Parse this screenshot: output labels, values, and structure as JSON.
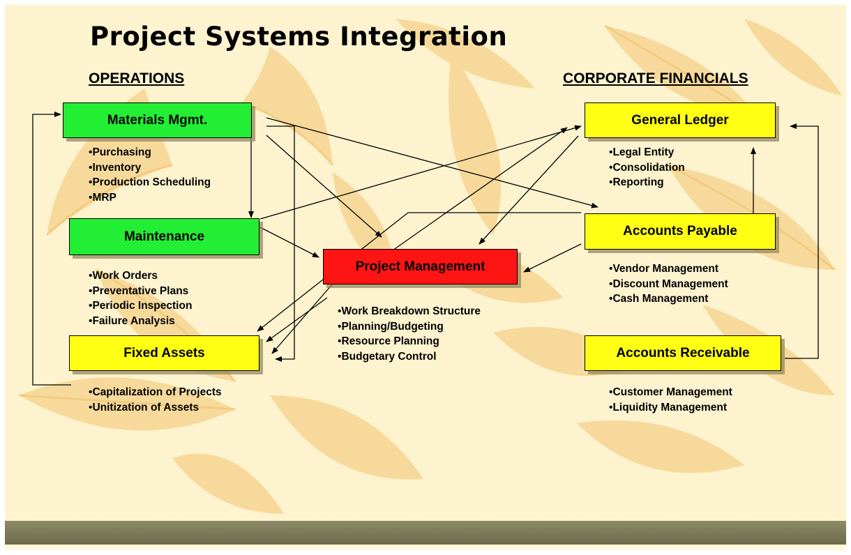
{
  "title": "Project Systems Integration",
  "sections": {
    "operations": "OPERATIONS",
    "corporate_financials": "CORPORATE FINANCIALS"
  },
  "boxes": {
    "materials_mgmt": {
      "label": "Materials Mgmt.",
      "color": "#22ee33",
      "items": [
        "Purchasing",
        "Inventory",
        "Production Scheduling",
        "MRP"
      ]
    },
    "maintenance": {
      "label": "Maintenance",
      "color": "#22ee33",
      "items": [
        "Work Orders",
        "Preventative Plans",
        "Periodic Inspection",
        "Failure Analysis"
      ]
    },
    "fixed_assets": {
      "label": "Fixed Assets",
      "color": "#ffff14",
      "items": [
        "Capitalization of Projects",
        "Unitization of Assets"
      ]
    },
    "project_management": {
      "label": "Project Management",
      "color": "#ff1414",
      "items": [
        "Work Breakdown Structure",
        "Planning/Budgeting",
        "Resource Planning",
        "Budgetary Control"
      ]
    },
    "general_ledger": {
      "label": "General Ledger",
      "color": "#ffff14",
      "items": [
        "Legal Entity",
        "Consolidation",
        "Reporting"
      ]
    },
    "accounts_payable": {
      "label": "Accounts Payable",
      "color": "#ffff14",
      "items": [
        "Vendor Management",
        "Discount Management",
        "Cash Management"
      ]
    },
    "accounts_receivable": {
      "label": "Accounts Receivable",
      "color": "#ffff14",
      "items": [
        "Customer Management",
        "Liquidity Management"
      ]
    }
  }
}
